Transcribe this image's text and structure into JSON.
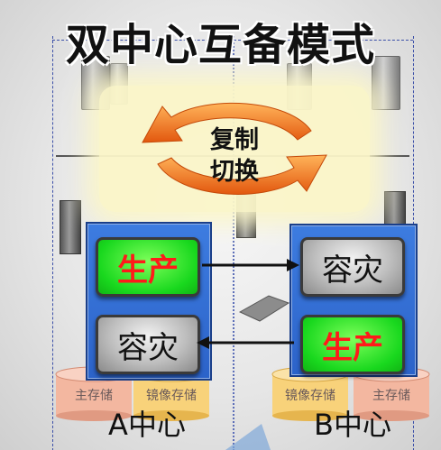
{
  "title": "双中心互备模式",
  "center_action": {
    "line1": "复制",
    "line2": "切换"
  },
  "center_a": {
    "label": "A中心",
    "top_box": "生产",
    "bottom_box": "容灾",
    "storage_left": "主存储",
    "storage_right": "镜像存储"
  },
  "center_b": {
    "label": "B中心",
    "top_box": "容灾",
    "bottom_box": "生产",
    "storage_left": "镜像存储",
    "storage_right": "主存储"
  },
  "colors": {
    "production_fill": "#19d81e",
    "production_text": "#ff1a1a",
    "dr_fill": "#bdbdbd",
    "panel": "#2c63c9",
    "cycle_arrow": "#f07a1a",
    "storage": "#f3b7a0"
  }
}
